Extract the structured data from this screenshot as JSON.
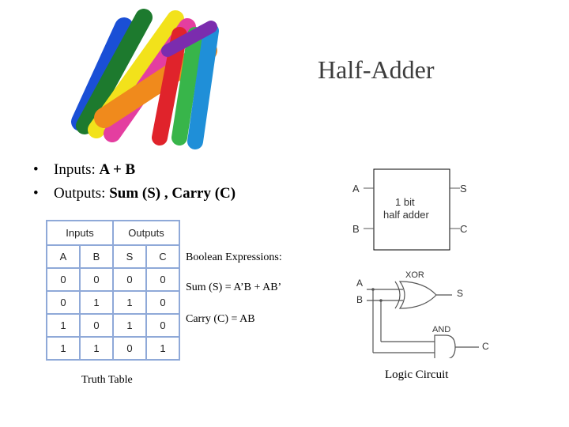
{
  "title": "Half-Adder",
  "bullets": [
    {
      "prefix": "Inputs: ",
      "bold": "A + B"
    },
    {
      "prefix": "Outputs: ",
      "bold": "Sum (S) , Carry (C)"
    }
  ],
  "truth_table": {
    "headers": [
      "Inputs",
      "Outputs"
    ],
    "columns": [
      "A",
      "B",
      "S",
      "C"
    ],
    "rows": [
      [
        "0",
        "0",
        "0",
        "0"
      ],
      [
        "0",
        "1",
        "1",
        "0"
      ],
      [
        "1",
        "0",
        "1",
        "0"
      ],
      [
        "1",
        "1",
        "0",
        "1"
      ]
    ],
    "caption": "Truth Table"
  },
  "boolean": {
    "heading": "Boolean Expressions:",
    "sum": "Sum (S) = A’B + AB’",
    "carry": "Carry (C) = AB"
  },
  "block_diagram": {
    "input_a": "A",
    "input_b": "B",
    "label_line1": "1 bit",
    "label_line2": "half adder",
    "output_s": "S",
    "output_c": "C"
  },
  "logic_circuit": {
    "input_a": "A",
    "input_b": "B",
    "xor_label": "XOR",
    "and_label": "AND",
    "output_s": "S",
    "output_c": "C",
    "caption": "Logic Circuit"
  }
}
